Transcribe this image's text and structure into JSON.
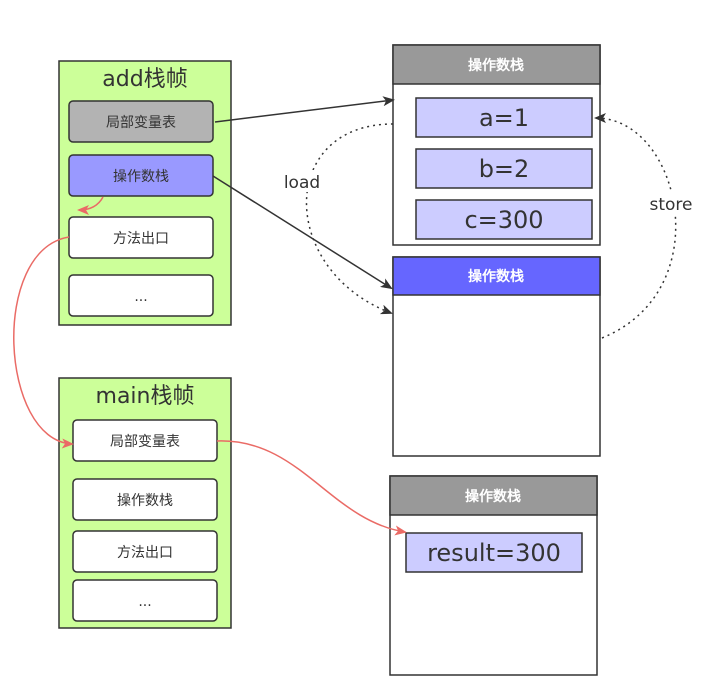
{
  "add_frame": {
    "title": "add栈帧",
    "local_vars": "局部变量表",
    "operand_stack": "操作数栈",
    "return_addr": "方法出口",
    "more": "..."
  },
  "main_frame": {
    "title": "main栈帧",
    "local_vars": "局部变量表",
    "operand_stack": "操作数栈",
    "return_addr": "方法出口",
    "more": "..."
  },
  "local_var_table": {
    "title": "操作数栈",
    "entries": [
      "a=1",
      "b=2",
      "c=300"
    ]
  },
  "operand_stack_box": {
    "title": "操作数栈"
  },
  "result_box": {
    "title": "操作数栈",
    "value": "result=300"
  },
  "edge_labels": {
    "load": "load",
    "store": "store"
  },
  "colors": {
    "frame_fill": "#ccff99",
    "frame_border": "#333333",
    "gray_cell": "#b3b3b3",
    "purple_cell": "#9999ff",
    "header_gray": "#999999",
    "header_purple": "#6666ff",
    "value_fill": "#ccccff",
    "red_arrow": "#ea6b66"
  }
}
